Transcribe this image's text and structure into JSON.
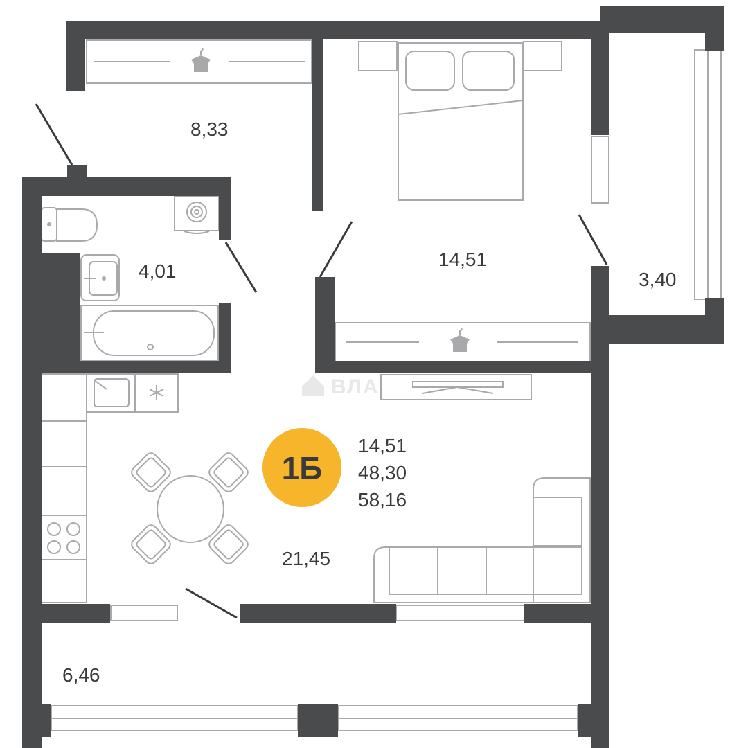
{
  "apartment": {
    "type_label": "1Б",
    "living_area": "14,51",
    "total_area": "48,30",
    "total_with_balcony": "58,16",
    "badge_color": "#f6b52b",
    "wall_color": "#4a4b4d",
    "furniture_color": "#a9a9ab"
  },
  "rooms": {
    "hallway": "8,33",
    "bedroom": "14,51",
    "balcony_right": "3,40",
    "bathroom": "4,01",
    "living_kitchen": "21,45",
    "loggia_bottom": "6,46"
  },
  "watermark": {
    "text": "ВЛАДИС"
  },
  "icons": [
    "hanger-icon",
    "hanger-icon",
    "washing-machine-icon",
    "stove-icon",
    "fridge-icon"
  ]
}
